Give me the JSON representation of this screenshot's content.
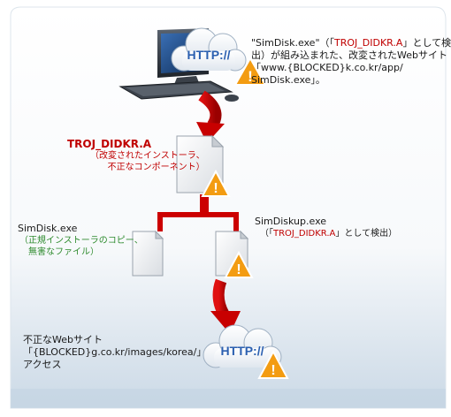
{
  "top_note": {
    "part1": "\"SimDisk.exe\"（「",
    "detection": "TROJ_DIDKR.A",
    "part2": "」として検",
    "line2": "出）が組み込まれた、改変されたWebサイト",
    "line3": "「www.{BLOCKED}k.co.kr/app/",
    "line4": "SimDisk.exe」。"
  },
  "installer": {
    "name": "TROJ_DIDKR.A",
    "desc_line1": "（改変されたインストーラ、",
    "desc_line2": "不正なコンポーネント）"
  },
  "simdisk": {
    "name": "SimDisk.exe",
    "desc_line1": "（正規インストーラのコピー、",
    "desc_line2": "無害なファイル）"
  },
  "simdiskup": {
    "name": "SimDiskup.exe",
    "detect_prefix": "（「",
    "detection": "TROJ_DIDKR.A",
    "detect_suffix": "」として検出）"
  },
  "bottom_note": {
    "line1": "不正なWebサイト",
    "line2": "「{BLOCKED}g.co.kr/images/korea/」",
    "line3": "アクセス"
  },
  "cloud_label": "HTTP://",
  "warning_symbol": "!",
  "colors": {
    "arrow": "#cc0000",
    "accent_red": "#c00000",
    "benign_green": "#2e8b2e",
    "warning": "#f39c12",
    "cloud_text": "#2a5fb0"
  }
}
